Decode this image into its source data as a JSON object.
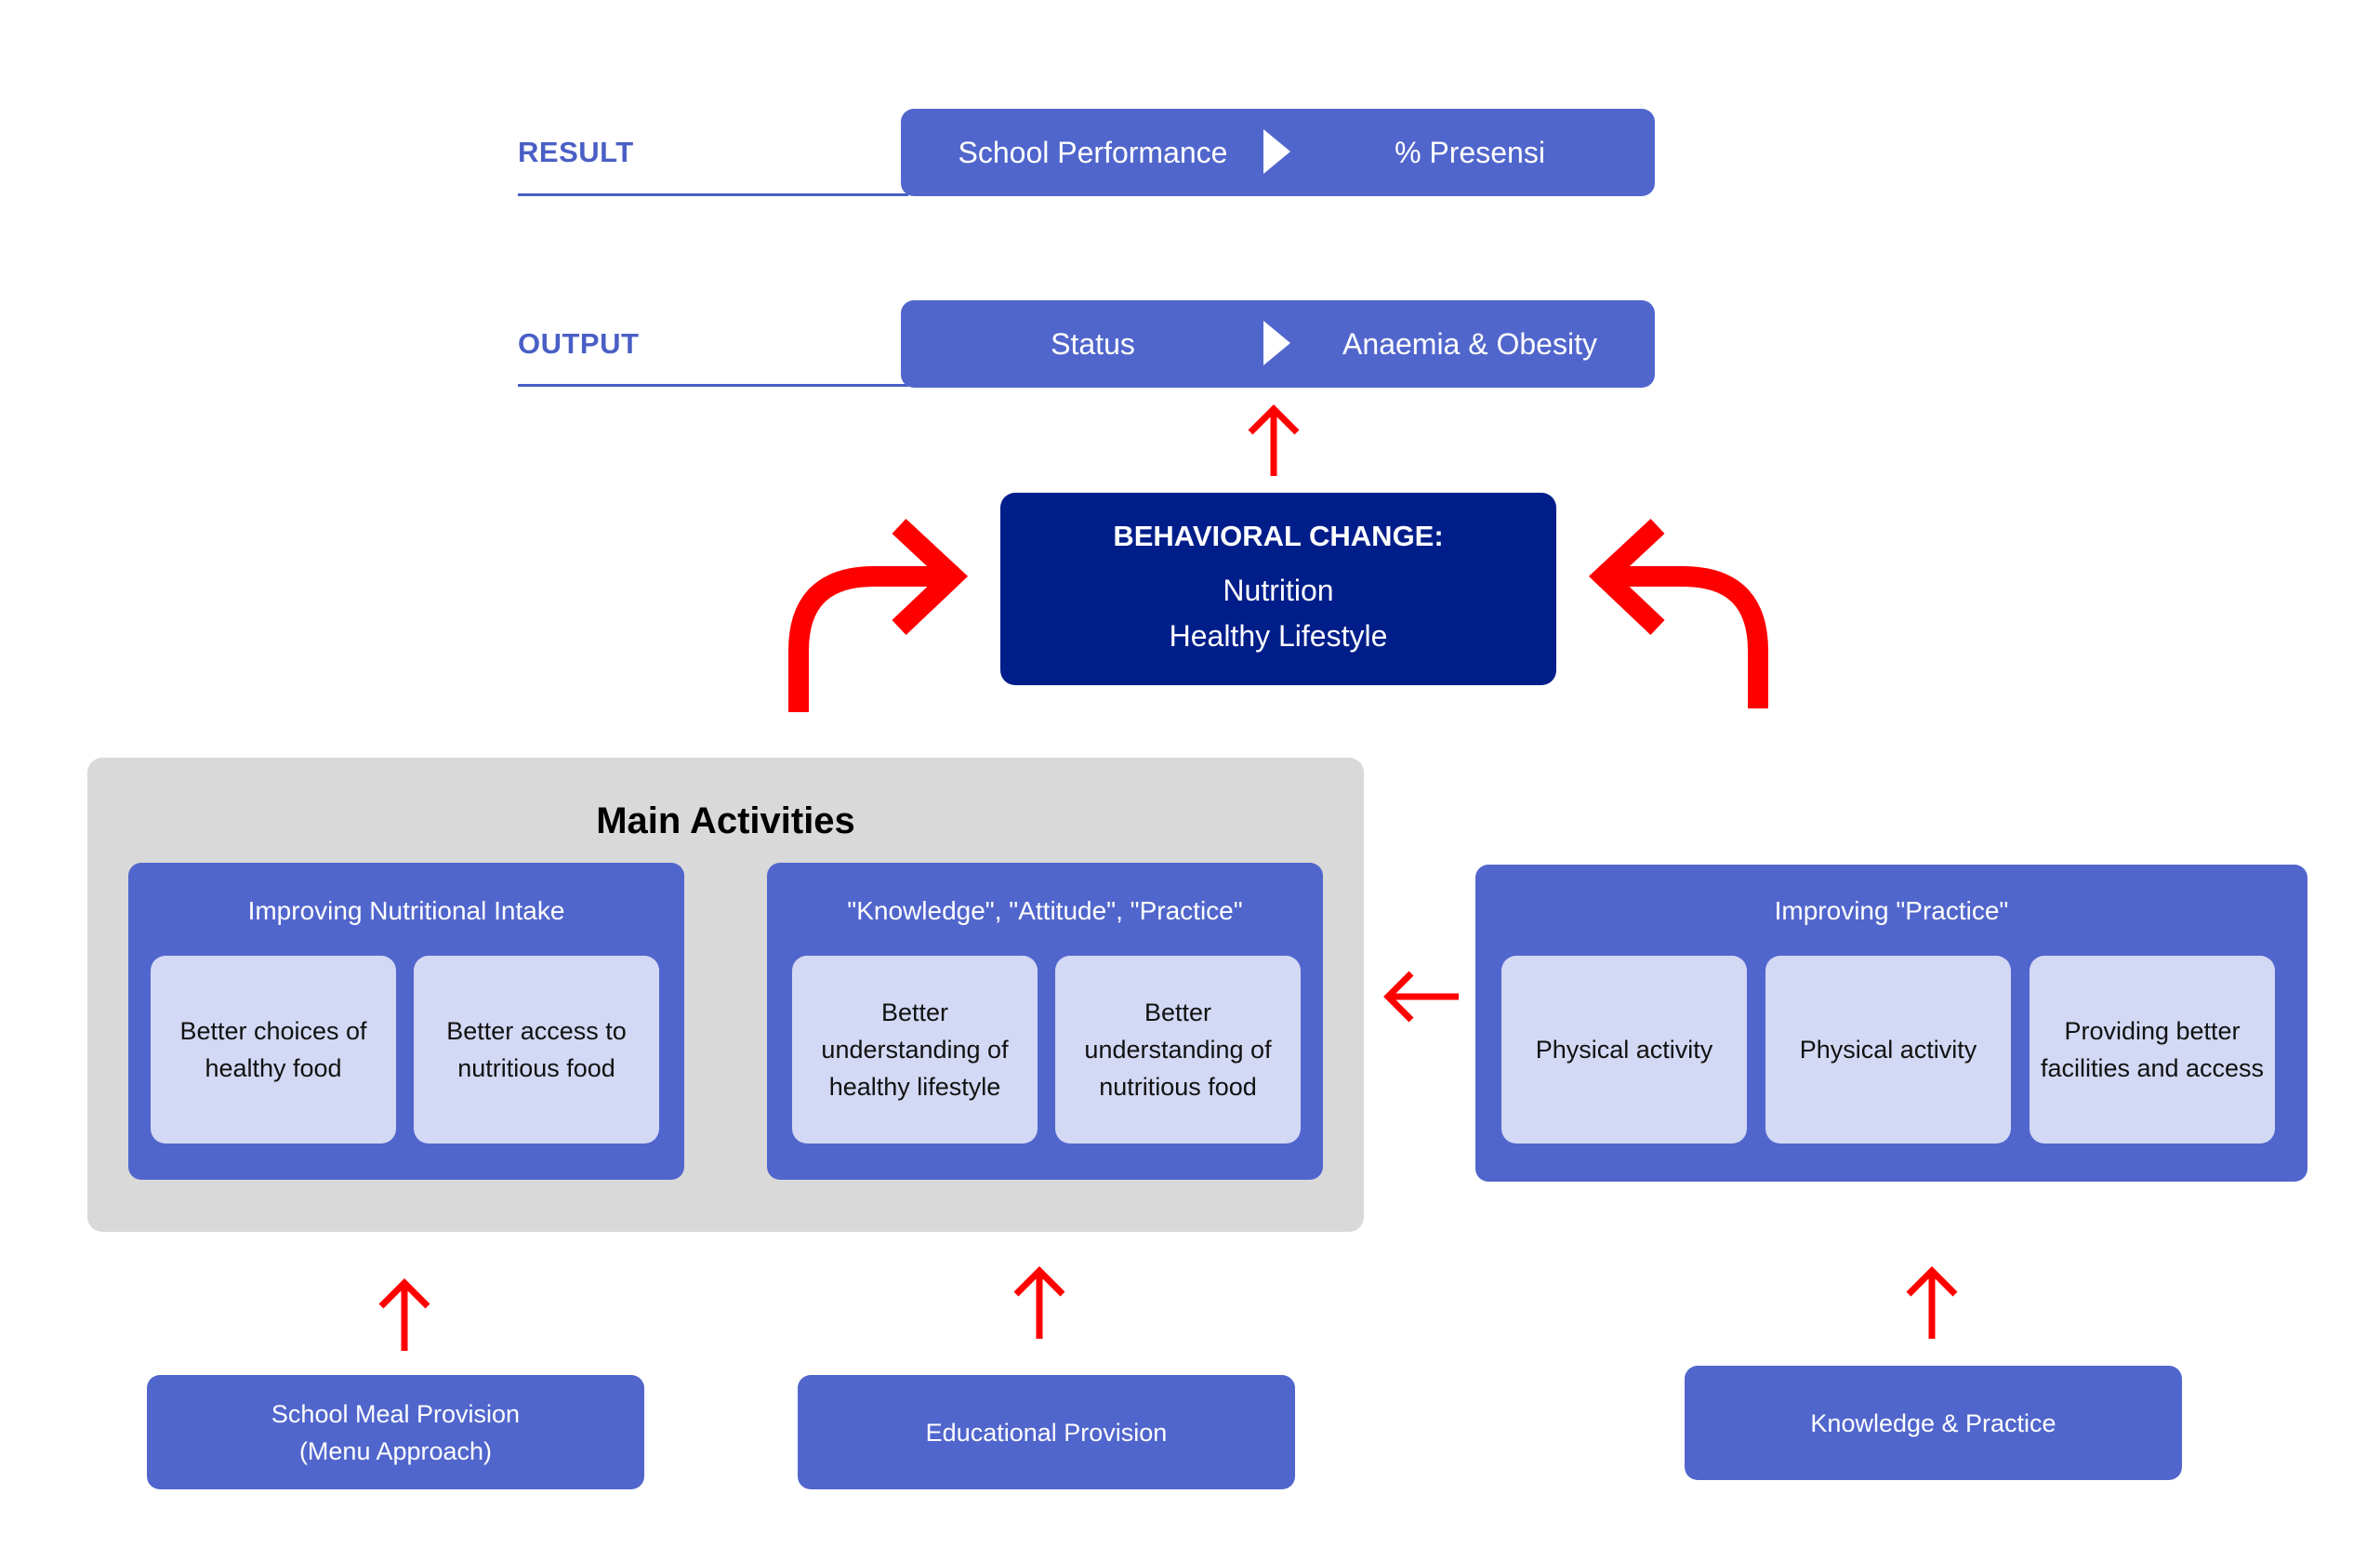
{
  "levels": {
    "result": {
      "label": "RESULT",
      "left": "School Performance",
      "right": "% Presensi"
    },
    "output": {
      "label": "OUTPUT",
      "left": "Status",
      "right": "Anaemia & Obesity"
    }
  },
  "behavioral_change": {
    "title": "BEHAVIORAL CHANGE:",
    "lines": [
      "Nutrition",
      "Healthy Lifestyle"
    ]
  },
  "main_activities": {
    "title": "Main Activities",
    "groups": [
      {
        "title": "Improving Nutritional Intake",
        "cards": [
          "Better choices of healthy food",
          "Better access to nutritious food"
        ]
      },
      {
        "title": "\"Knowledge\", \"Attitude\", \"Practice\"",
        "cards": [
          "Better understanding of healthy lifestyle",
          "Better understanding of nutritious food"
        ]
      }
    ]
  },
  "practice_group": {
    "title": "Improving \"Practice\"",
    "cards": [
      "Physical activity",
      "Physical activity",
      "Providing better facilities and access"
    ]
  },
  "bases": [
    {
      "line1": "School Meal Provision",
      "line2": "(Menu Approach)"
    },
    {
      "line1": "Educational Provision"
    },
    {
      "line1": "Knowledge & Practice"
    }
  ],
  "colors": {
    "accent_blue": "#5166cc",
    "dark_blue": "#001e8a",
    "card_light": "#d3d8f4",
    "panel_gray": "#d9d9d9",
    "arrow_red": "#ff0000"
  }
}
